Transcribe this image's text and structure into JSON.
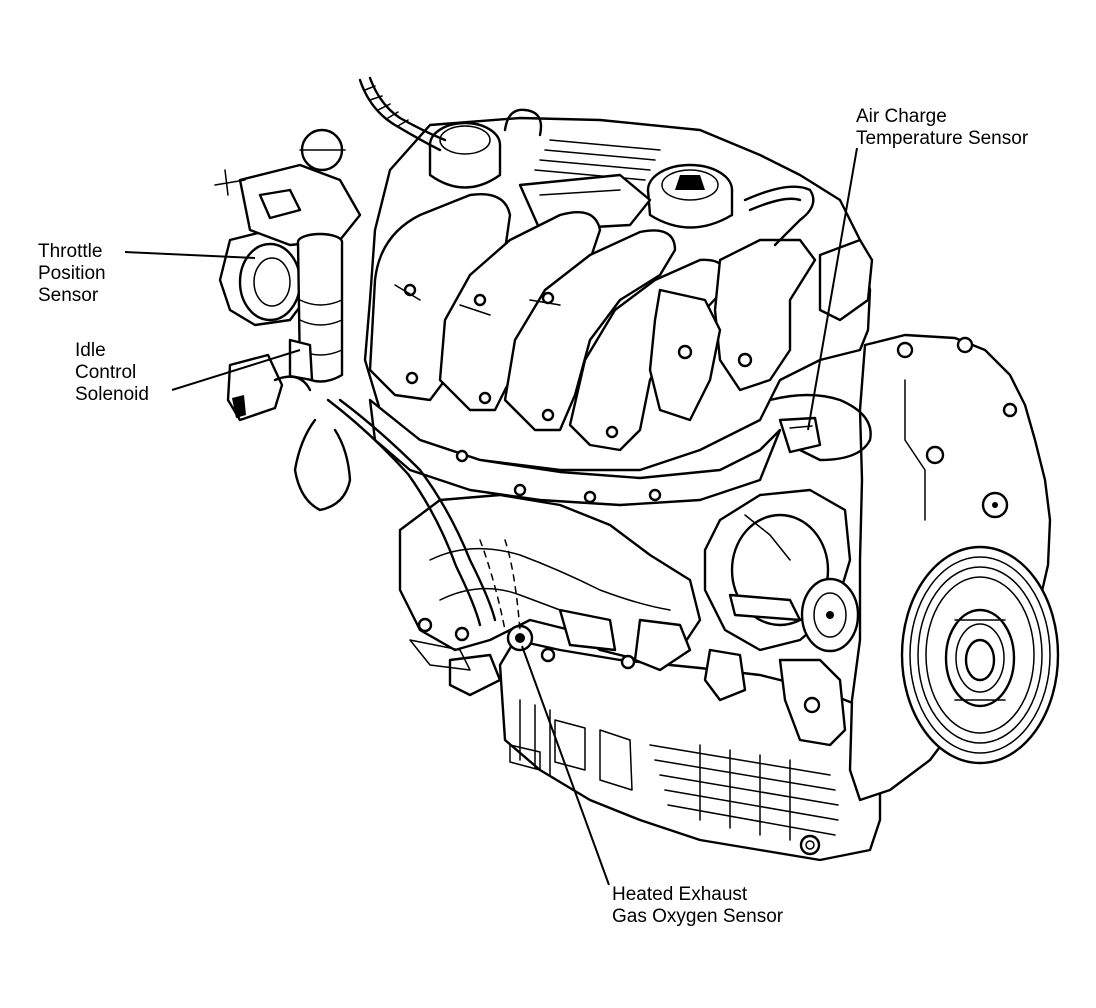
{
  "labels": {
    "throttle_position_sensor": [
      "Throttle",
      "Position",
      "Sensor"
    ],
    "idle_control_solenoid": [
      "Idle",
      "Control",
      "Solenoid"
    ],
    "air_charge_temperature_sensor": [
      "Air Charge",
      "Temperature Sensor"
    ],
    "heated_exhaust_gas_oxygen_sensor": [
      "Heated Exhaust",
      "Gas Oxygen Sensor"
    ]
  },
  "colors": {
    "background": "#ffffff",
    "ink": "#000000"
  }
}
